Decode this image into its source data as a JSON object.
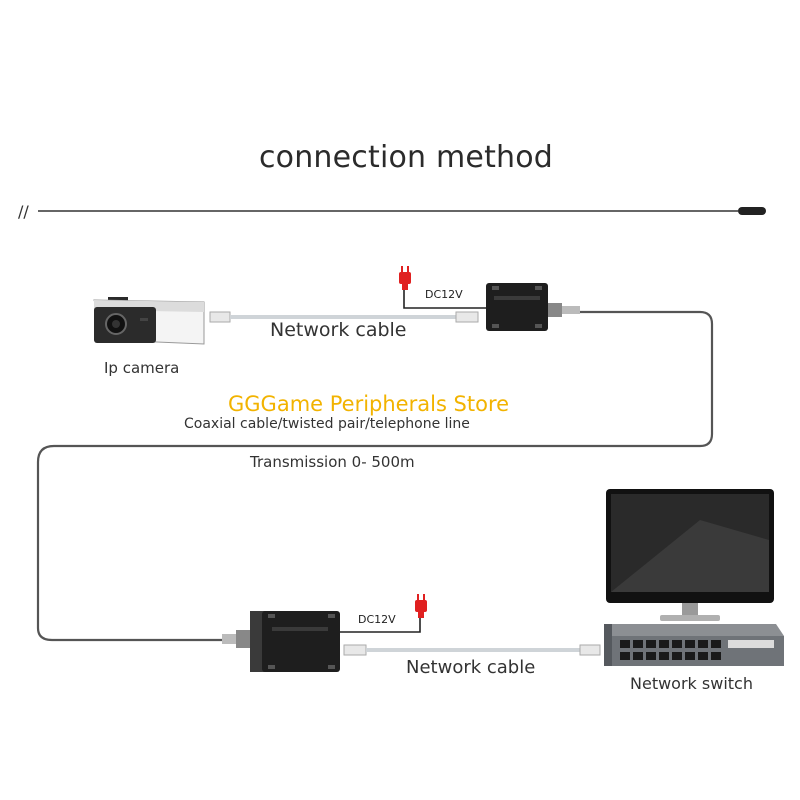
{
  "title": "connection method",
  "divider_mark": "//",
  "camera_label": "Ip camera",
  "cable_label_top": "Network cable",
  "cable_label_bottom": "Network cable",
  "power_top": "DC12V",
  "power_bottom": "DC12V",
  "coax_label": "Coaxial cable/twisted pair/telephone line",
  "transmission_label": "Transmission 0- 500m",
  "switch_label": "Network switch",
  "watermark": "GGGame Peripherals Store",
  "colors": {
    "plug_red": "#e02020",
    "watermark": "#f2b300",
    "device": "#1e1e1e",
    "cable": "#cfd4d8",
    "coax": "#555555"
  }
}
